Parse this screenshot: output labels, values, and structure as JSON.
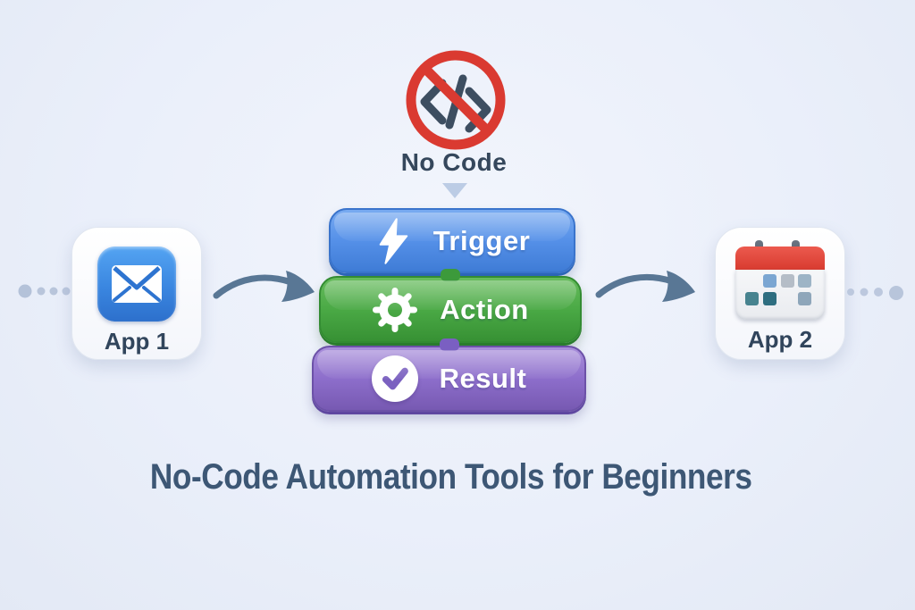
{
  "title": "No-Code Automation Tools for Beginners",
  "no_code": {
    "label": "No Code",
    "icon": "prohibited-code-icon"
  },
  "apps": {
    "app1": {
      "label": "App 1",
      "icon": "email-icon"
    },
    "app2": {
      "label": "App 2",
      "icon": "calendar-icon"
    }
  },
  "steps": [
    {
      "label": "Trigger",
      "icon": "lightning-icon",
      "color": "#5590e8"
    },
    {
      "label": "Action",
      "icon": "gear-icon",
      "color": "#4aa945"
    },
    {
      "label": "Result",
      "icon": "checkmark-icon",
      "color": "#8d6ecb"
    }
  ],
  "colors": {
    "background": "#eaeffa",
    "prohibition_red": "#da3a31",
    "code_glyph": "#3d4e61",
    "heading_text": "#3d5775",
    "arrow": "#597795",
    "dots": "#b8c5db"
  }
}
